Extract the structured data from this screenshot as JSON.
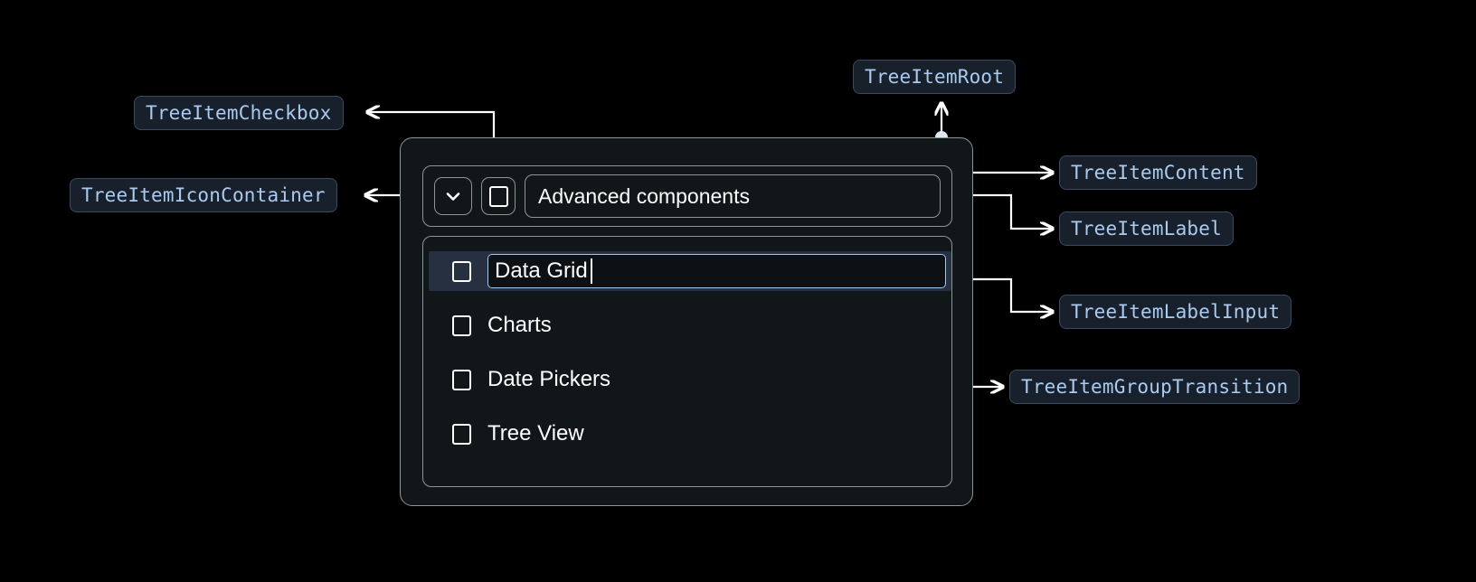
{
  "annotations": [
    {
      "id": "checkbox",
      "label": "TreeItemCheckbox"
    },
    {
      "id": "icon_container",
      "label": "TreeItemIconContainer"
    },
    {
      "id": "root",
      "label": "TreeItemRoot"
    },
    {
      "id": "content",
      "label": "TreeItemContent"
    },
    {
      "id": "label",
      "label": "TreeItemLabel"
    },
    {
      "id": "label_input",
      "label": "TreeItemLabelInput"
    },
    {
      "id": "group_transition",
      "label": "TreeItemGroupTransition"
    }
  ],
  "tree": {
    "root_item": {
      "label": "Advanced components",
      "expand_icon": "chevron-down-icon",
      "checkbox_state": "unchecked"
    },
    "children": [
      {
        "label": "Data Grid",
        "editing": true,
        "checkbox_state": "unchecked",
        "selected": true
      },
      {
        "label": "Charts",
        "editing": false,
        "checkbox_state": "unchecked",
        "selected": false
      },
      {
        "label": "Date Pickers",
        "editing": false,
        "checkbox_state": "unchecked",
        "selected": false
      },
      {
        "label": "Tree View",
        "editing": false,
        "checkbox_state": "unchecked",
        "selected": false
      }
    ]
  },
  "colors": {
    "page_background": "#000000",
    "card_background": "#111619",
    "card_border": "#8e9498",
    "chip_background": "#18202c",
    "chip_border": "#3c4a5e",
    "chip_text": "#a9cbef",
    "connector": "#ffffff",
    "selected_row": "#263040",
    "input_focus_border": "#9ecbf2",
    "text": "#ffffff"
  }
}
